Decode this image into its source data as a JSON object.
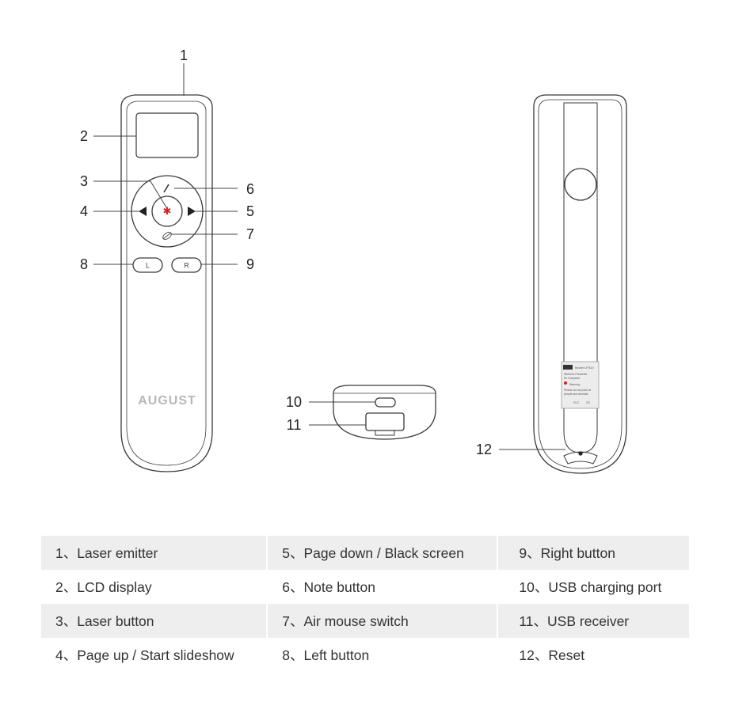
{
  "callout_numbers": [
    "1",
    "2",
    "3",
    "4",
    "5",
    "6",
    "7",
    "8",
    "9",
    "10",
    "11",
    "12"
  ],
  "device": {
    "brand_logo": "AUGUST",
    "left_button": "L",
    "right_button": "R",
    "back_label_lines": [
      "Model LP310",
      "Wireless Presenter",
      "for Computer",
      "Warning",
      "Please do not point at",
      "people and animals",
      "FCC",
      "CE"
    ]
  },
  "legend": [
    [
      "1、Laser emitter",
      "5、Page down / Black screen",
      "9、Right button"
    ],
    [
      "2、LCD display",
      "6、Note button",
      "10、USB charging port"
    ],
    [
      "3、Laser button",
      "7、Air mouse switch",
      "11、USB receiver"
    ],
    [
      "4、Page up / Start slideshow",
      "8、Left button",
      "12、Reset"
    ]
  ],
  "colors": {
    "outline": "#3a3a3a",
    "legend_band": "#eeeeee",
    "laser": "#d62020"
  }
}
